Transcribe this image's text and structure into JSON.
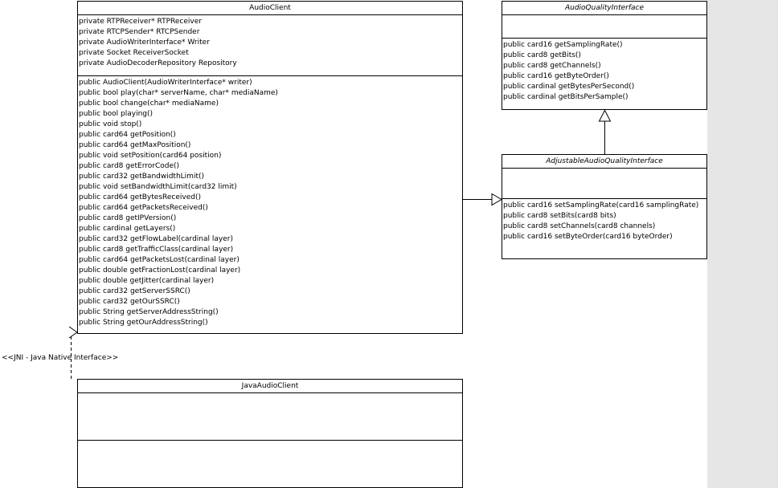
{
  "classes": {
    "audio_client": {
      "name": "AudioClient",
      "attributes": [
        "private RTPReceiver* RTPReceiver",
        "private RTCPSender* RTCPSender",
        "private AudioWriterInterface* Writer",
        "private Socket ReceiverSocket",
        "private AudioDecoderRepository Repository"
      ],
      "operations": [
        "public AudioClient(AudioWriterInterface* writer)",
        "public bool play(char* serverName, char* mediaName)",
        "public bool change(char* mediaName)",
        "public bool playing()",
        "public void stop()",
        "public card64 getPosition()",
        "public card64 getMaxPosition()",
        "public void setPosition(card64 position)",
        "public card8 getErrorCode()",
        "public card32 getBandwidthLimit()",
        "public void setBandwidthLimit(card32 limit)",
        "public card64 getBytesReceived()",
        "public card64 getPacketsReceived()",
        "public card8 getIPVersion()",
        "public cardinal getLayers()",
        "public card32 getFlowLabel(cardinal layer)",
        "public card8 getTrafficClass(cardinal layer)",
        "public card64 getPacketsLost(cardinal layer)",
        "public double getFractionLost(cardinal layer)",
        "public double getJitter(cardinal layer)",
        "public card32 getServerSSRC()",
        "public card32 getOurSSRC()",
        "public String getServerAddressString()",
        "public String getOurAddressString()"
      ]
    },
    "audio_quality_interface": {
      "name": "AudioQualityInterface",
      "attributes": [],
      "operations": [
        "public card16 getSamplingRate()",
        "public card8 getBits()",
        "public card8 getChannels()",
        "public card16 getByteOrder()",
        "public cardinal getBytesPerSecond()",
        "public cardinal getBitsPerSample()"
      ]
    },
    "adjustable_audio_quality_interface": {
      "name": "AdjustableAudioQualityInterface",
      "attributes": [],
      "operations": [
        "public card16 setSamplingRate(card16 samplingRate)",
        "public card8 setBits(card8 bits)",
        "public card8 setChannels(card8 channels)",
        "public card16 setByteOrder(card16 byteOrder)"
      ]
    },
    "java_audio_client": {
      "name": "JavaAudioClient",
      "attributes": [],
      "operations": []
    }
  },
  "relations": {
    "jni_label": "<<JNI - Java Native Interface>>"
  },
  "colors": {
    "line": "#000000",
    "background": "#ffffff",
    "gutter": "#e6e6e6"
  }
}
